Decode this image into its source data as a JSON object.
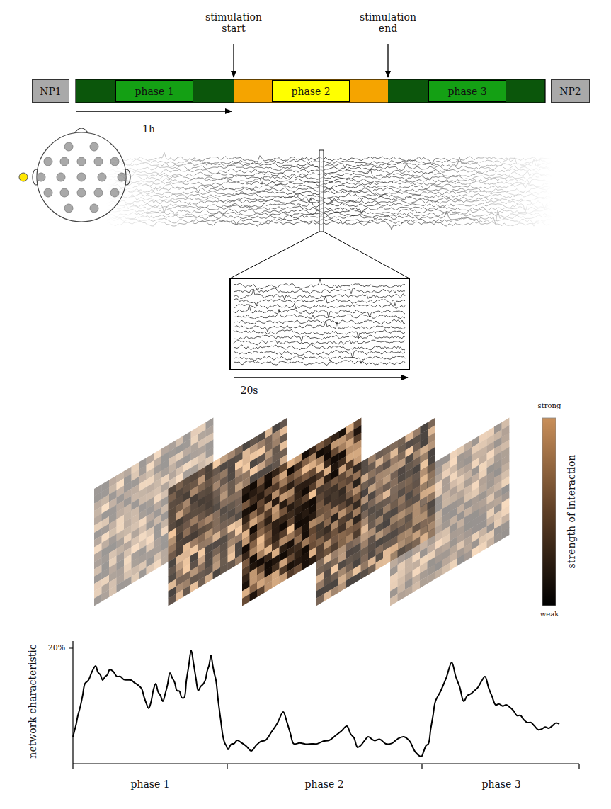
{
  "diagram": {
    "nodes": [
      {
        "text": [
          "NP1"
        ]
      },
      {
        "text": [
          "phase 1"
        ]
      },
      {
        "text": [
          "phase 2"
        ]
      },
      {
        "text": [
          "phase 3"
        ]
      },
      {
        "text": [
          "NP2"
        ]
      }
    ],
    "labels": [
      "stimulation start",
      "stimulation end",
      "1h",
      "20s",
      "strong",
      "strength of interaction",
      "weak",
      "20%",
      "network characteristic",
      "phase 1",
      "phase 2",
      "phase 3"
    ]
  }
}
